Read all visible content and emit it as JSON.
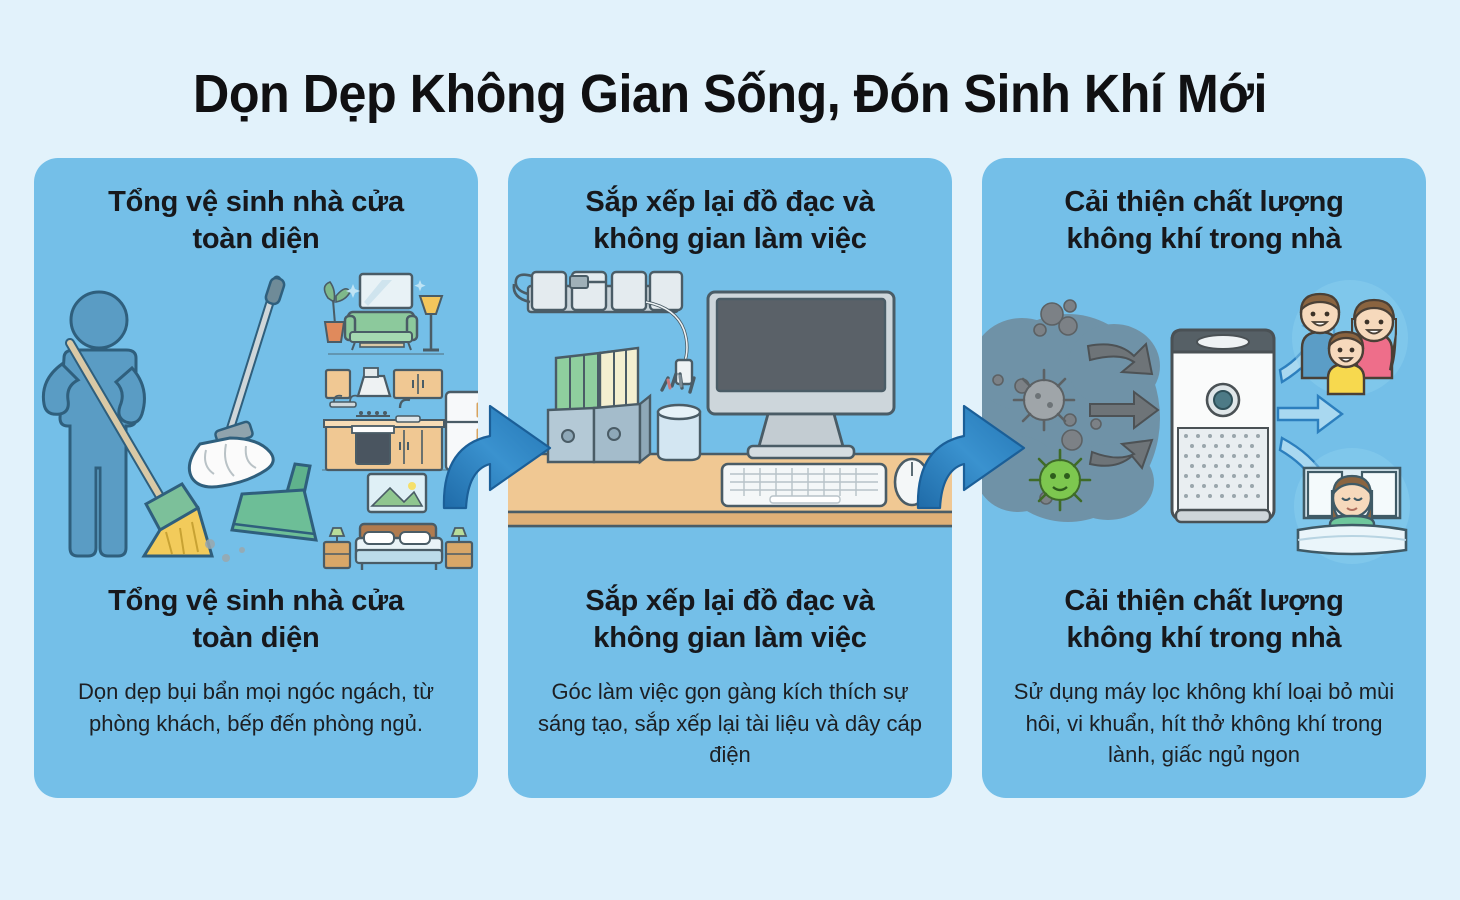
{
  "page": {
    "title": "Dọn Dẹp Không Gian Sống, Đón Sinh Khí Mới",
    "background_color": "#e2f2fb",
    "card_color": "#74bfe8",
    "title_color": "#101012",
    "arrow_color": "#2c7fbe"
  },
  "cards": [
    {
      "header": "Tổng vệ sinh nhà cửa\ntoàn diện",
      "header_line1": "Tổng vệ sinh nhà cửa",
      "header_line2": "toàn diện",
      "footer_title_line1": "Tổng vệ sinh nhà cửa",
      "footer_title_line2": "toàn diện",
      "description": "Dọn dẹp bụi bẩn mọi ngóc ngách, từ phòng khách, bếp đến phòng ngủ.",
      "illustration": "person-sweeping-with-broom-mop-dustpan-and-living-room-kitchen-bedroom-icons"
    },
    {
      "header_line1": "Sắp xếp lại đồ đạc và",
      "header_line2": "không gian làm việc",
      "footer_title_line1": "Sắp xếp lại đồ đạc và",
      "footer_title_line2": "không gian làm việc",
      "description": "Góc làm việc gọn gàng kích thích sự sáng tạo, sắp xếp lại tài liệu và dây cáp điện",
      "illustration": "tidy-desk-with-monitor-keyboard-mouse-file-holders-pencil-cup-and-cable-organizer"
    },
    {
      "header_line1": "Cải thiện chất lượng",
      "header_line2": "không khí trong nhà",
      "footer_title_line1": "Cải thiện chất lượng",
      "footer_title_line2": "không khí trong nhà",
      "description": "Sử dụng máy lọc không khí loại bỏ mùi hôi, vi khuẩn, hít thở không khí trong lành, giấc ngủ ngon",
      "illustration": "air-purifier-filtering-smog-germs-into-clean-air-for-family-and-sleeping-woman"
    }
  ],
  "arrows": {
    "arrow_1_label": "step-1-to-step-2",
    "arrow_2_label": "step-2-to-step-3"
  }
}
